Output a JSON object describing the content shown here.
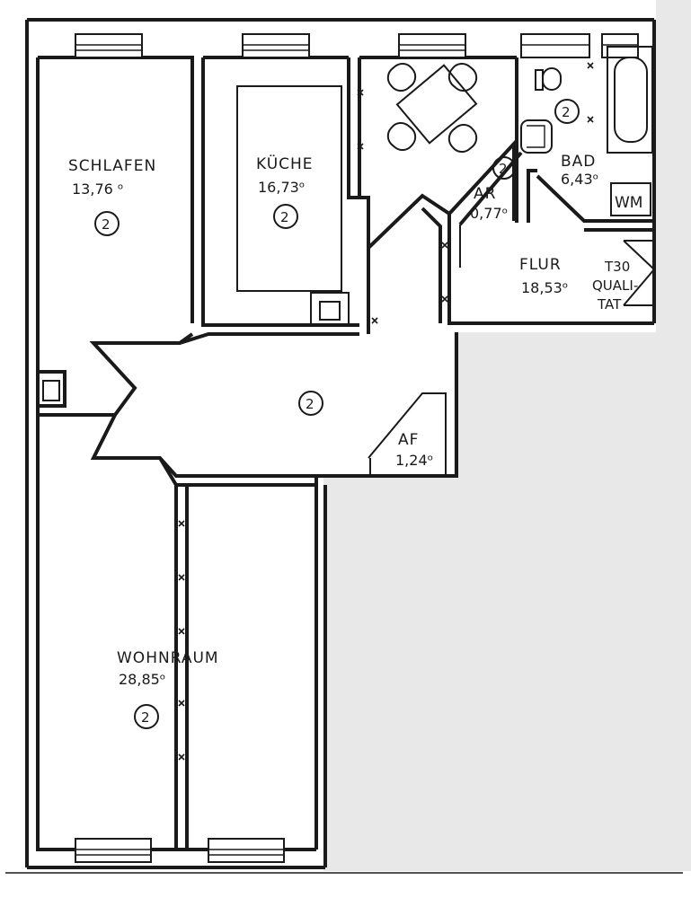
{
  "rooms": {
    "schlafen": {
      "name": "SCHLAFEN",
      "area": "13,76 ᵒ",
      "marker": "2"
    },
    "kueche": {
      "name": "KÜCHE",
      "area": "16,73ᵒ",
      "marker": "2"
    },
    "bad": {
      "name": "BAD",
      "area": "6,43ᵒ",
      "marker": "2"
    },
    "ar": {
      "name": "AR",
      "area": "0,77ᵒ",
      "marker": "2"
    },
    "flur": {
      "name": "FLUR",
      "area": "18,53ᵒ"
    },
    "diele": {
      "marker": "2"
    },
    "af": {
      "name": "AF",
      "area": "1,24ᵒ"
    },
    "wohnraum": {
      "name": "WOHNRAUM",
      "area": "28,85ᵒ",
      "marker": "2"
    }
  },
  "fixtures": {
    "washer": "WM",
    "door_t30": [
      "T30",
      "QUALI-",
      "TAT"
    ]
  },
  "colors": {
    "ink": "#1a1a1a",
    "paper": "#ffffff",
    "shade": "#e8e8e8"
  }
}
